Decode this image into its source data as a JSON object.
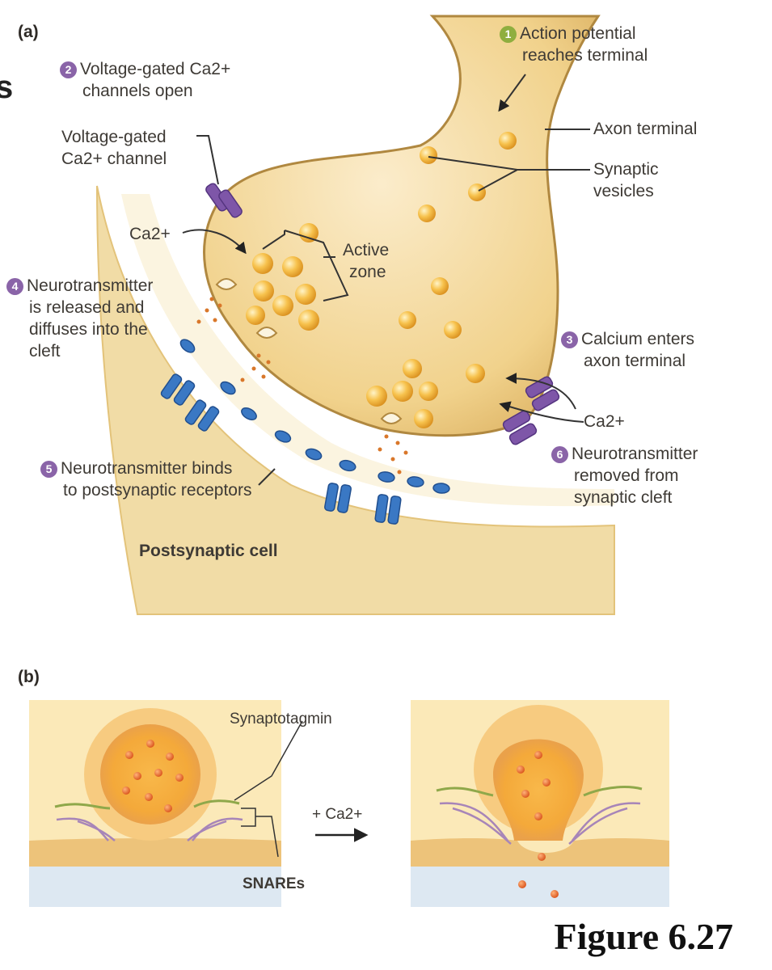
{
  "panel_a": {
    "label": "(a)",
    "steps": [
      {
        "num": "1",
        "text": [
          "Action potential",
          "reaches terminal"
        ],
        "color": "#8fae3f"
      },
      {
        "num": "2",
        "text": [
          "Voltage-gated Ca2+",
          "channels open"
        ],
        "color": "#8a64a8"
      },
      {
        "num": "3",
        "text": [
          "Calcium enters",
          "axon terminal"
        ],
        "color": "#8a64a8"
      },
      {
        "num": "4",
        "text": [
          "Neurotransmitter",
          "is released and",
          "diffuses into the",
          "cleft"
        ],
        "color": "#8a64a8"
      },
      {
        "num": "5",
        "text": [
          "Neurotransmitter binds",
          "to postsynaptic receptors"
        ],
        "color": "#8a64a8"
      },
      {
        "num": "6",
        "text": [
          "Neurotransmitter",
          "removed from",
          "synaptic cleft"
        ],
        "color": "#8a64a8"
      }
    ],
    "labels": {
      "channel": [
        "Voltage-gated",
        "Ca2+ channel"
      ],
      "axon_terminal": "Axon terminal",
      "synaptic_vesicles": [
        "Synaptic",
        "vesicles"
      ],
      "active_zone": [
        "Active",
        "zone"
      ],
      "ca_left": "Ca2+",
      "ca_right": "Ca2+",
      "postsynaptic": "Postsynaptic cell"
    }
  },
  "panel_b": {
    "label": "(b)",
    "synaptotagmin": "Synaptotagmin",
    "snares": "SNAREs",
    "arrow_label": "+ Ca2+"
  },
  "caption": "Figure 6.27",
  "edge_glyph": "s",
  "colors": {
    "terminal_fill": "#f3d89a",
    "terminal_stroke": "#b08840",
    "vesicle": "#f4b53a",
    "channel": "#7e56a8",
    "receptor": "#3a78c4",
    "postsynaptic_fill": "#f1dca6",
    "extracellular": "#dde8f2"
  }
}
